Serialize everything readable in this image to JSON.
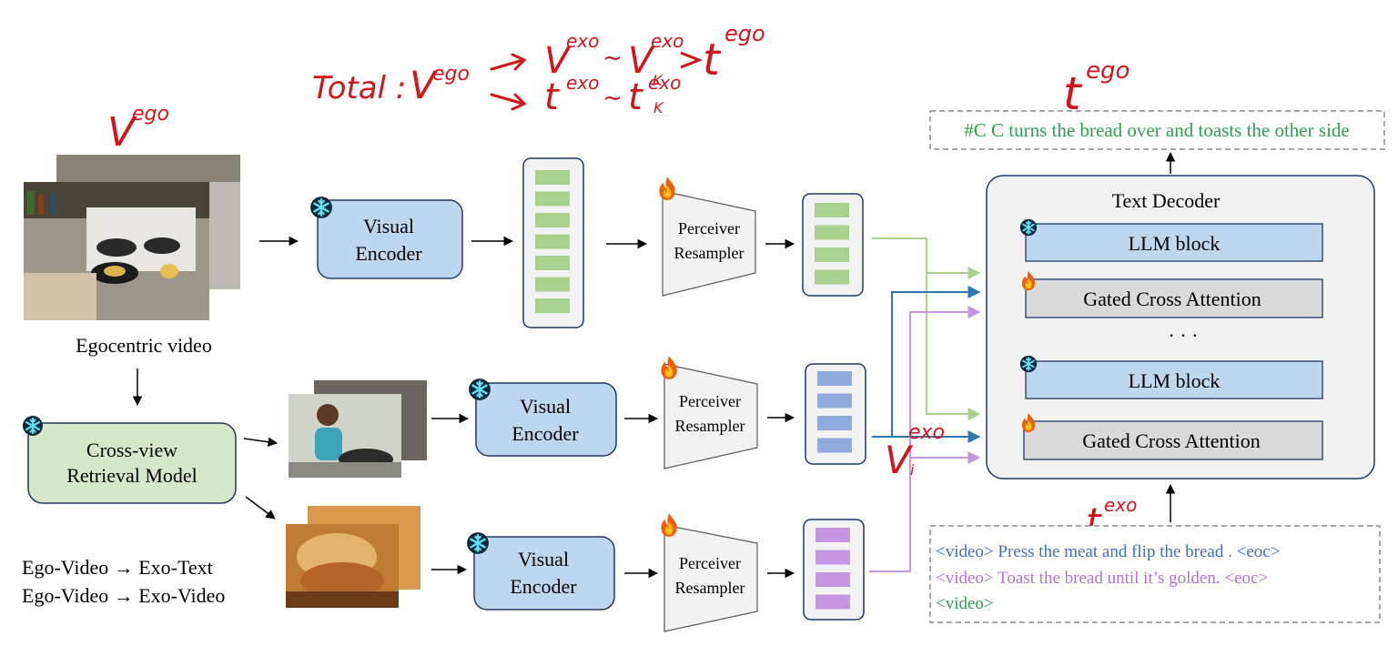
{
  "inputs": {
    "ego_caption": "Egocentric video",
    "mode_line1": "Ego-Video → Exo-Text",
    "mode_line2": "Ego-Video → Exo-Video"
  },
  "retrieval_model": {
    "line1": "Cross-view",
    "line2": "Retrieval Model"
  },
  "visual_encoder": {
    "line1": "Visual",
    "line2": "Encoder"
  },
  "resampler": {
    "line1": "Perceiver",
    "line2": "Resampler"
  },
  "text_decoder": {
    "title": "Text Decoder",
    "block1": "LLM block",
    "block2": "Gated Cross Attention",
    "ellipsis": "· · ·",
    "block3": "LLM block",
    "block4": "Gated Cross Attention"
  },
  "output_text": "#C C turns the bread  over and toasts the other side",
  "prompt": {
    "line1": "<video> Press the meat and flip the bread . <eoc>",
    "line2": "<video> Toast the bread until it’s golden.  <eoc>",
    "line3": "<video>"
  },
  "annotations": {
    "total_label": "Total :",
    "v_ego": "V",
    "ego_sup": "ego",
    "exo_sup": "exo",
    "k_sub": "K",
    "i_sub": "i",
    "t_ego": "t",
    "v_i_exo": "V",
    "t_i_exo": "t"
  },
  "colors": {
    "green_token": "#a9d18e",
    "blue_token": "#8faadc",
    "purple_token": "#c495e0",
    "encoder_fill": "#bdd7ee",
    "retrieval_fill": "#d5e8c9",
    "decoder_fill": "#f2f2f2",
    "gated_fill": "#d9d9d9",
    "handwriting": "#d4141a",
    "output_text": "#2e9e52",
    "prompt_blue": "#3f6fc9",
    "prompt_purple": "#b070d6",
    "prompt_green": "#2e9e52",
    "arrow_blue": "#2e75b6"
  },
  "icons": [
    "snowflake-icon",
    "flame-icon",
    "cooking-photo",
    "woman-cooking-photo",
    "bread-photo"
  ]
}
